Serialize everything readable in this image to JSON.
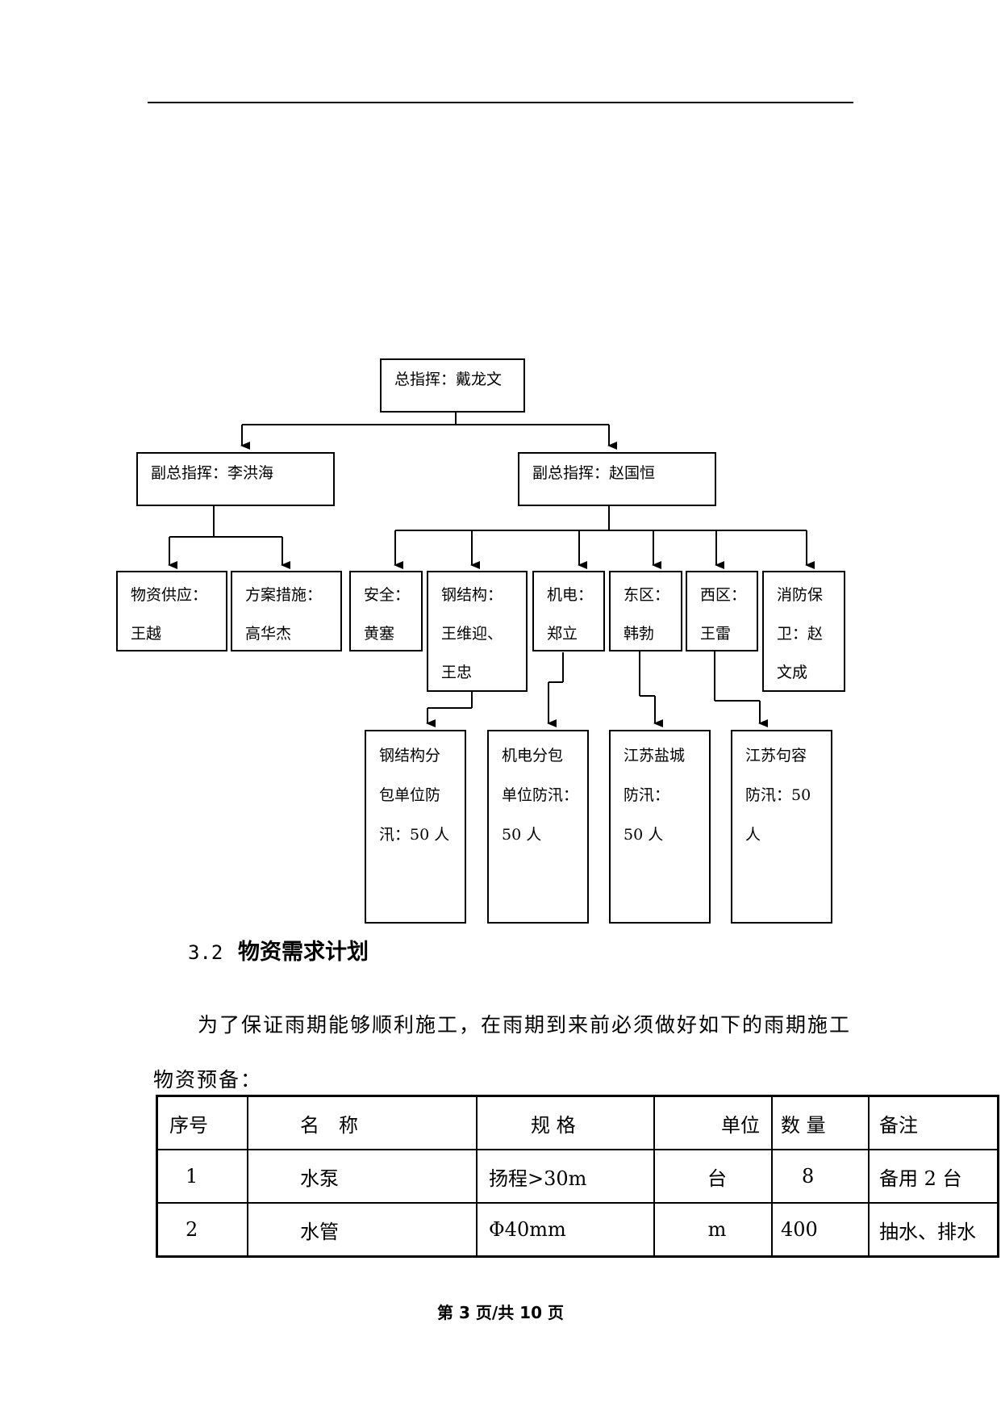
{
  "org_chart": {
    "top": "总指挥：戴龙文",
    "deputy_left": "副总指挥：李洪海",
    "deputy_right": "副总指挥：赵国恒",
    "left_units": [
      {
        "line1": "物资供应：",
        "line2": "王越"
      },
      {
        "line1": "方案措施：",
        "line2": "高华杰"
      }
    ],
    "right_units": [
      {
        "line1": "安全：",
        "line2": "黄塞"
      },
      {
        "line1": "钢结构：",
        "line2": "王维迎、",
        "line3": "王忠"
      },
      {
        "line1": "机电：",
        "line2": "郑立"
      },
      {
        "line1": "东区：",
        "line2": "韩勃"
      },
      {
        "line1": "西区：",
        "line2": "王雷"
      },
      {
        "line1": "消防保",
        "line2": "卫：赵",
        "line3": "文成"
      }
    ],
    "sub_units": [
      {
        "line1": "钢结构分",
        "line2": "包单位防",
        "line3": "汛：50 人"
      },
      {
        "line1": "机电分包",
        "line2": "单位防汛：",
        "line3": "50 人"
      },
      {
        "line1": "江苏盐城",
        "line2": "防汛：",
        "line3": "50 人"
      },
      {
        "line1": "江苏句容",
        "line2": "防汛：50",
        "line3": "人"
      }
    ]
  },
  "section": {
    "number": "3.2",
    "title": "物资需求计划"
  },
  "paragraph": {
    "line1": "为了保证雨期能够顺利施工，在雨期到来前必须做好如下的雨期施工",
    "line2": "物资预备："
  },
  "table": {
    "headers": [
      "序号",
      "名　称",
      "规 格",
      "单位",
      "数 量",
      "备注"
    ],
    "rows": [
      [
        "1",
        "水泵",
        "扬程>30m",
        "台",
        "8",
        "备用 2 台"
      ],
      [
        "2",
        "水管",
        "Φ40mm",
        "m",
        "400",
        "抽水、排水"
      ]
    ]
  },
  "footer": "第 3 页/共 10 页"
}
